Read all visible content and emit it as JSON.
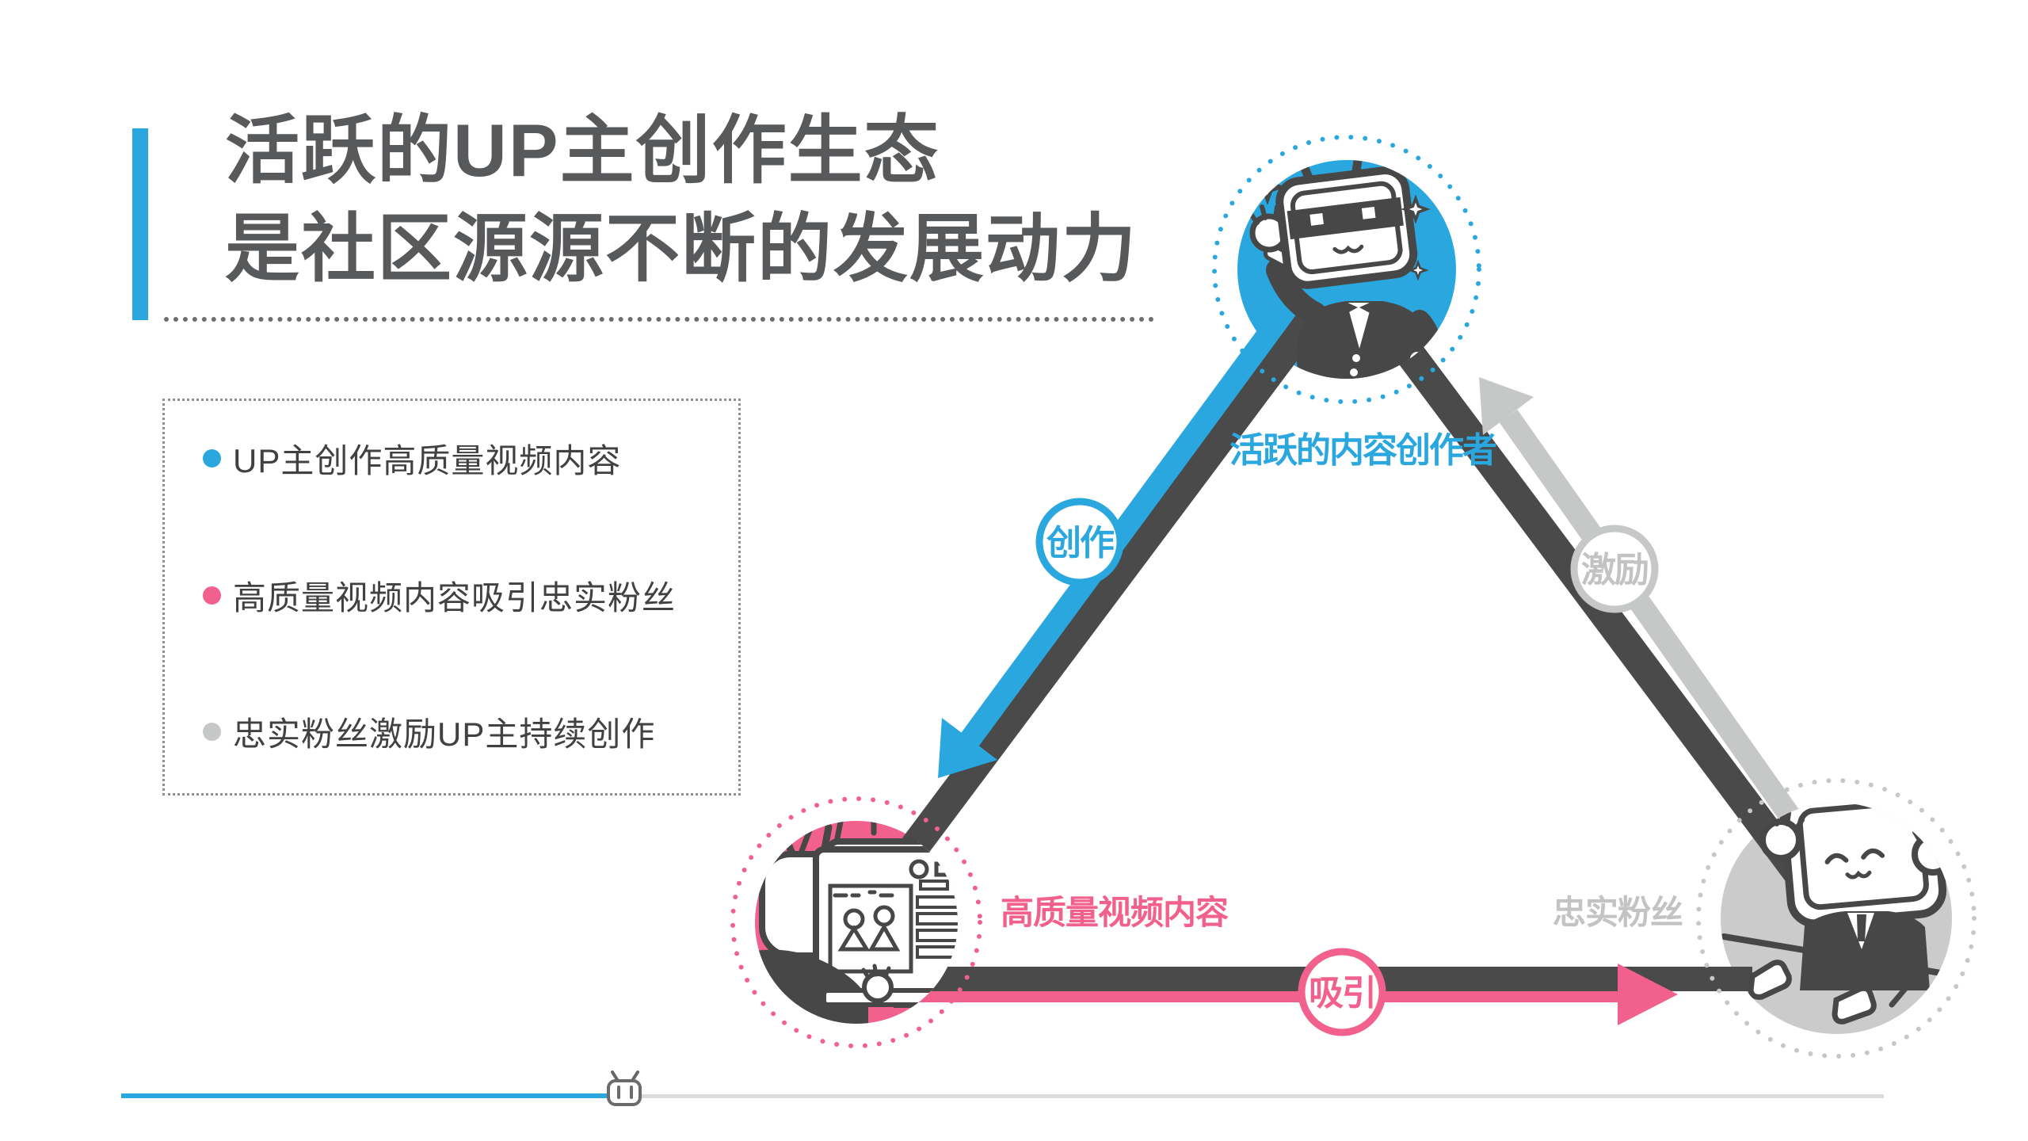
{
  "slide": {
    "title": {
      "line1": "活跃的UP主创作生态",
      "line2": "是社区源源不断的发展动力"
    },
    "accent_color": "#2BA7E0"
  },
  "key_points": {
    "items": [
      {
        "label": "UP主创作高质量视频内容",
        "dot_color": "#2BA7E0"
      },
      {
        "label": "高质量视频内容吸引忠实粉丝",
        "dot_color": "#F2618D"
      },
      {
        "label": "忠实粉丝激励UP主持续创作",
        "dot_color": "#C6C7C7"
      }
    ]
  },
  "diagram": {
    "nodes": [
      {
        "id": "creator",
        "label": "活跃的内容创作者",
        "color": "#2BA7E0",
        "icon": "bilibili-tv-mascot-sunglasses"
      },
      {
        "id": "content",
        "label": "高质量视频内容",
        "color": "#F2618D",
        "icon": "video-editing-monitor"
      },
      {
        "id": "fans",
        "label": "忠实粉丝",
        "color": "#C6C7C7",
        "icon": "bilibili-tv-mascot-cheering"
      }
    ],
    "edges": [
      {
        "from": "creator",
        "to": "content",
        "label": "创作",
        "color": "#2BA7E0"
      },
      {
        "from": "content",
        "to": "fans",
        "label": "吸引",
        "color": "#F2618D"
      },
      {
        "from": "fans",
        "to": "creator",
        "label": "激励",
        "color": "#C6C7C7"
      }
    ],
    "arrow_color": "#4A4A4A"
  },
  "progress_bar": {
    "fill_color": "#2BA7E0",
    "track_color": "#DBDBDB",
    "thumb_icon": "tv-mascot-thumb",
    "value_fraction": 0.28
  }
}
